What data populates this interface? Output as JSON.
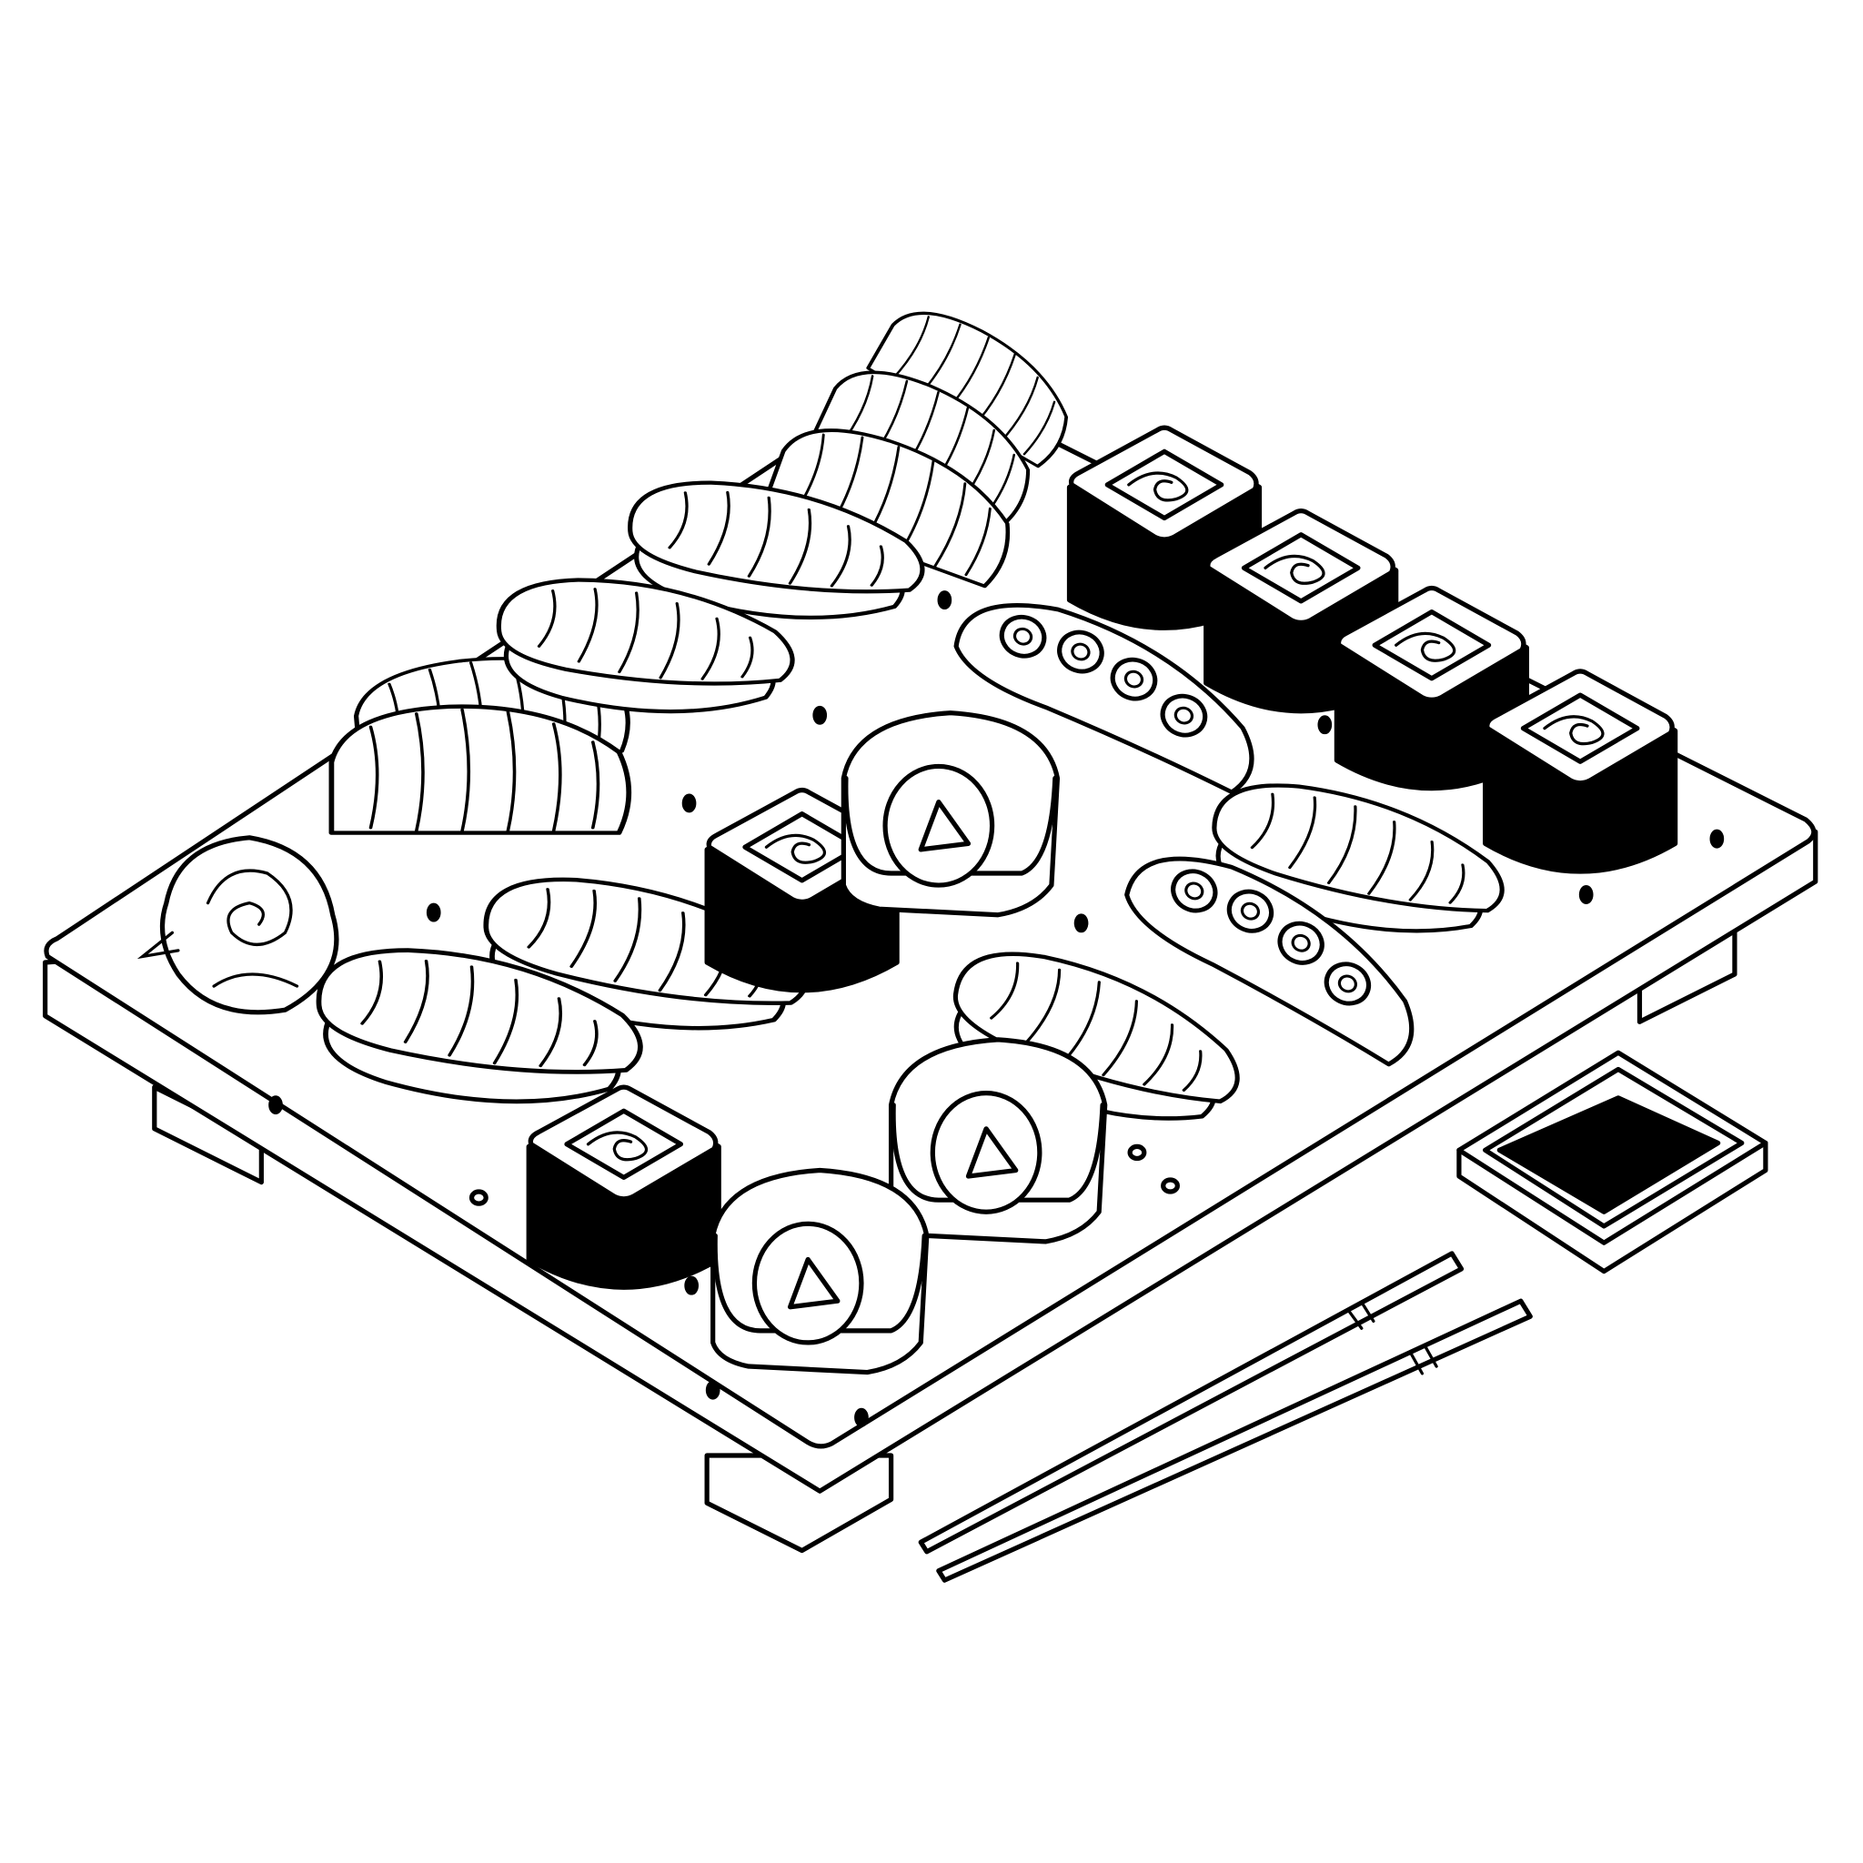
{
  "illustration": {
    "style": "black line art",
    "colors": {
      "ink": "#000000",
      "paper": "#ffffff"
    },
    "objects": [
      "sushi-board",
      "maki-rolls",
      "nigiri",
      "sashimi",
      "uramaki",
      "gunkan",
      "pickled-ginger-rose",
      "soy-sauce-dish",
      "chopsticks"
    ]
  }
}
